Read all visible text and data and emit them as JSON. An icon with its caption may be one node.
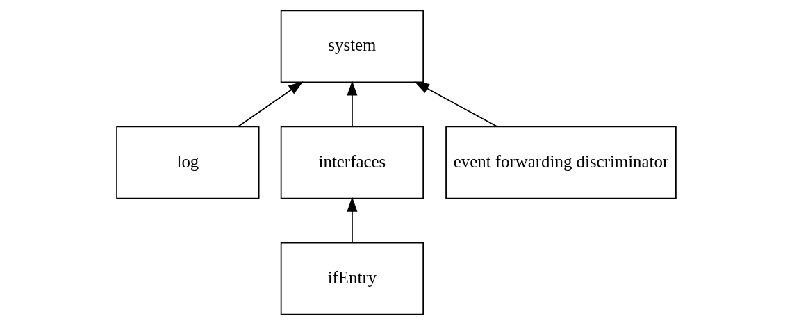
{
  "diagram": {
    "nodes": [
      {
        "text": [
          "system"
        ]
      },
      {
        "text": [
          "log"
        ]
      },
      {
        "text": [
          "interfaces"
        ]
      },
      {
        "text": [
          "event forwarding discriminator"
        ]
      },
      {
        "text": [
          "ifEntry"
        ]
      }
    ],
    "edges": [
      {
        "from": 1,
        "to": 0,
        "arrow": "to"
      },
      {
        "from": 2,
        "to": 0,
        "arrow": "to"
      },
      {
        "from": 3,
        "to": 0,
        "arrow": "to"
      },
      {
        "from": 4,
        "to": 2,
        "arrow": "to"
      }
    ]
  }
}
